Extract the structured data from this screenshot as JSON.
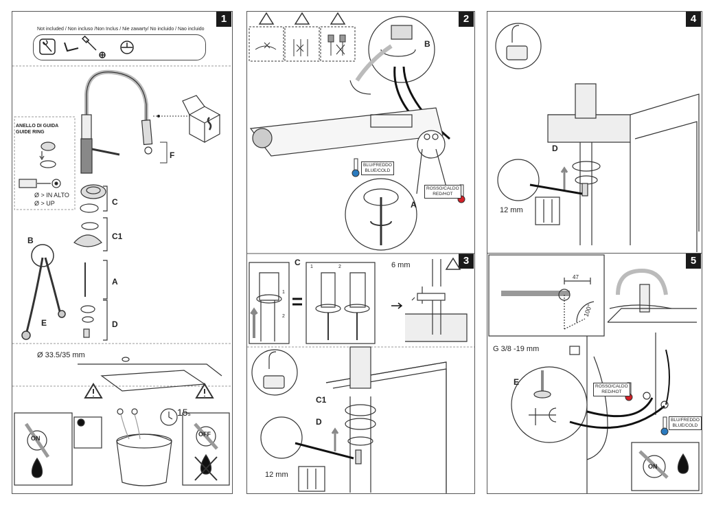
{
  "panel1": {
    "step": "1",
    "not_included": "Not included / Non incluso /Non Inclus / Nie zawarty/ No incluido / Nao incluido",
    "guide_ring_it": "ANELLO DI GUIDA",
    "guide_ring_en": "GUIDE RING",
    "dia_up_it": "Ø > IN ALTO",
    "dia_up_en": "Ø > UP",
    "label_F": "F",
    "label_C": "C",
    "label_C1": "C1",
    "label_A": "A",
    "label_D": "D",
    "label_B": "B",
    "label_E": "E",
    "hole_diameter": "Ø 33.5/35 mm",
    "timer": "15",
    "timer_unit": "s",
    "on_label": "ON",
    "off_label": "OFF"
  },
  "panel2": {
    "step": "2",
    "label_B": "B",
    "label_A": "A",
    "cold_it": "BLU/FREDDO",
    "cold_en": "BLUE/COLD",
    "hot_it": "ROSSO/CALDO",
    "hot_en": "RED/HOT"
  },
  "panel3": {
    "step": "3",
    "label_C": "C",
    "step_1": "1",
    "step_2": "2",
    "step_1b": "1",
    "step_2b": "2",
    "gap": "6 mm",
    "label_C1": "C1",
    "label_D": "D",
    "wrench_size": "12 mm"
  },
  "panel4": {
    "step": "4",
    "label_D": "D",
    "wrench_size": "12 mm"
  },
  "panel5": {
    "step": "5",
    "dim_47": "47",
    "angle": "100°",
    "thread": "G 3/8 -19 mm",
    "label_E": "E",
    "hot_it": "ROSSO/CALDO",
    "hot_en": "RED/HOT",
    "cold_it": "BLU/FREDDO",
    "cold_en": "BLUE/COLD",
    "on_label": "ON"
  },
  "colors": {
    "hot": "#d32027",
    "cold": "#2b7bbf",
    "ink": "#1a1a1a"
  }
}
